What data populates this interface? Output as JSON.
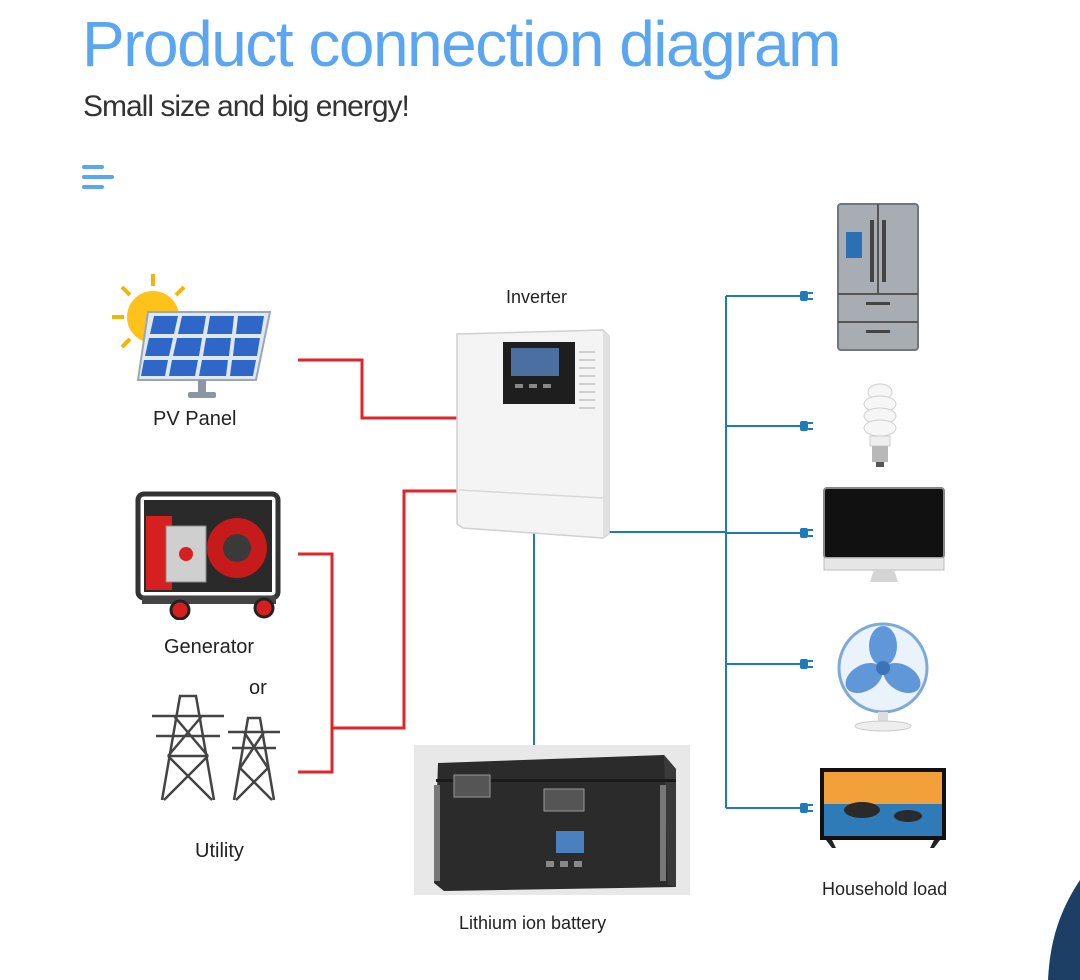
{
  "header": {
    "title": "Product connection diagram",
    "subtitle": "Small size and big energy!"
  },
  "labels": {
    "pv_panel": "PV Panel",
    "generator": "Generator",
    "or": "or",
    "utility": "Utility",
    "inverter": "Inverter",
    "battery": "Lithium ion battery",
    "household_load": "Household load"
  },
  "colors": {
    "title": "#5aa6f0",
    "ac_input_wire": "#e0262b",
    "output_wire": "#1e7ab8",
    "corner_accent": "#1d3f66"
  },
  "icons": {
    "menu": "menu-icon",
    "sources": [
      "solar-panel-icon",
      "generator-icon",
      "utility-tower-icon"
    ],
    "system": [
      "inverter-icon",
      "battery-icon"
    ],
    "loads": [
      "refrigerator-icon",
      "light-bulb-icon",
      "monitor-icon",
      "fan-icon",
      "television-icon"
    ],
    "connector": "plug-icon"
  }
}
